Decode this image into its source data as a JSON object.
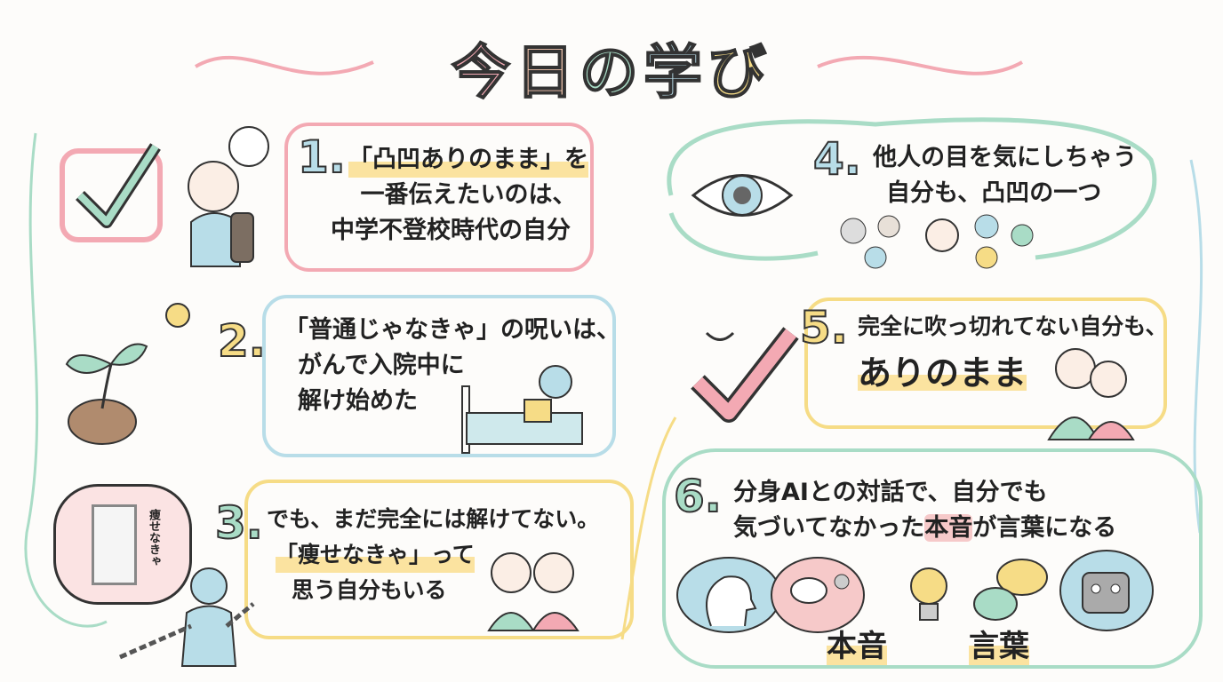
{
  "title": {
    "chars": [
      "今",
      "日",
      "の",
      "学",
      "び"
    ],
    "colors": [
      "#f3a9b3",
      "#f8c9b0",
      "#a9dcc6",
      "#b8dde8",
      "#f6dc86"
    ]
  },
  "items": [
    {
      "number": "1.",
      "color": "#b8dde8",
      "lines": [
        "「凸凹ありのまま」を",
        "一番伝えたいのは、",
        "中学不登校時代の自分"
      ]
    },
    {
      "number": "2.",
      "color": "#f6dc86",
      "lines": [
        "「普通じゃなきゃ」の呪いは、",
        "がんで入院中に",
        "解け始めた"
      ]
    },
    {
      "number": "3.",
      "color": "#a9dcc6",
      "lines": [
        "でも、まだ完全には解けてない。",
        "「痩せなきゃ」って",
        "思う自分もいる"
      ],
      "mirror_text": "痩せなきゃ"
    },
    {
      "number": "4.",
      "color": "#b8dde8",
      "lines": [
        "他人の目を気にしちゃう",
        "自分も、凸凹の一つ"
      ]
    },
    {
      "number": "5.",
      "color": "#f6dc86",
      "lines": [
        "完全に吹っ切れてない自分も、",
        "ありのまま"
      ]
    },
    {
      "number": "6.",
      "color": "#a9dcc6",
      "lines": [
        "分身AIとの対話で、自分でも",
        "気づいてなかった",
        "本音",
        "が言葉になる"
      ],
      "labels": [
        "本音",
        "言葉"
      ]
    }
  ],
  "colors": {
    "pink": "#f3a9b3",
    "blue": "#b8dde8",
    "green": "#a9dcc6",
    "yellow": "#f6dc86"
  }
}
